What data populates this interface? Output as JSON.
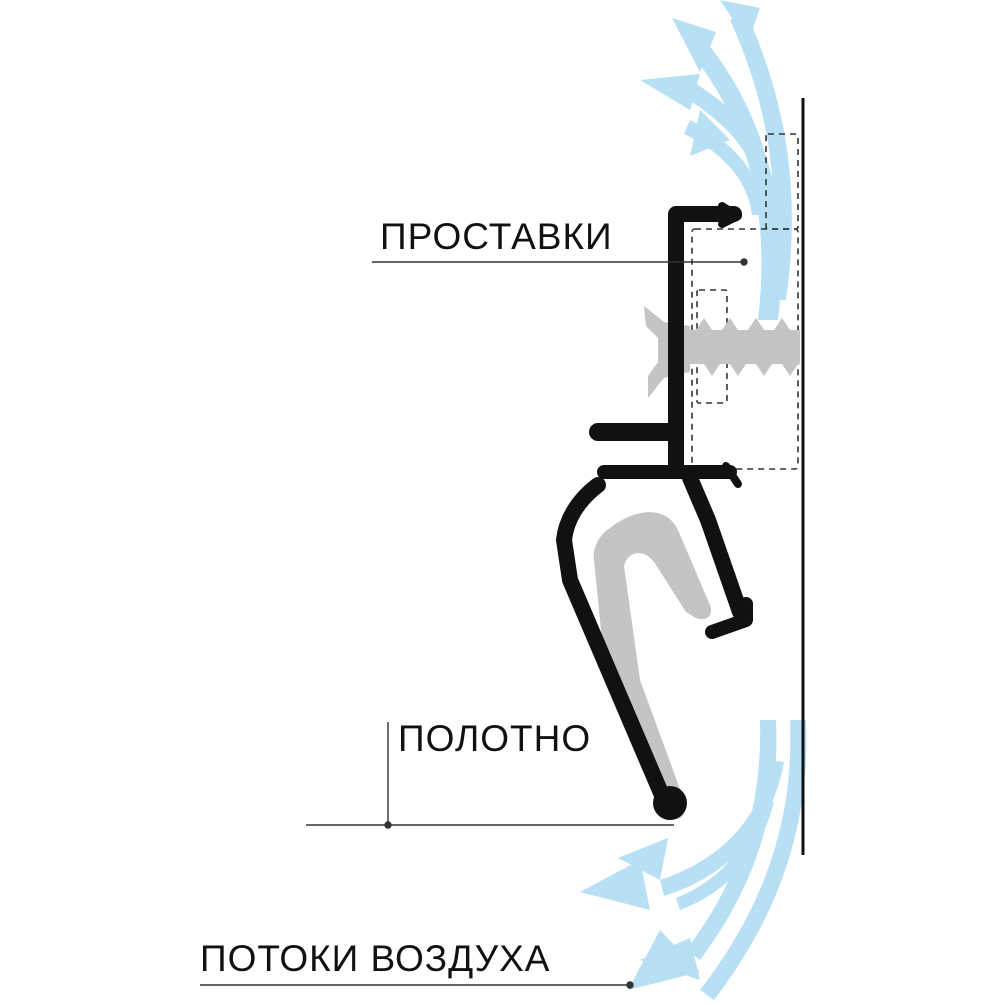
{
  "labels": {
    "spacers": "ПРОСТАВКИ",
    "canvas": "ПОЛОТНО",
    "airflow": "ПОТОКИ ВОЗДУХА"
  },
  "colors": {
    "profile": "#111111",
    "canvas": "#c4c4c4",
    "screw": "#c4c4c4",
    "airflow": "#b8e0f5",
    "leader": "#333333",
    "wall": "#111111",
    "dashed": "#333333"
  },
  "icons": {
    "profile": "baguette-profile-icon",
    "screw": "screw-icon",
    "airflow": "airflow-arrow-icon"
  }
}
